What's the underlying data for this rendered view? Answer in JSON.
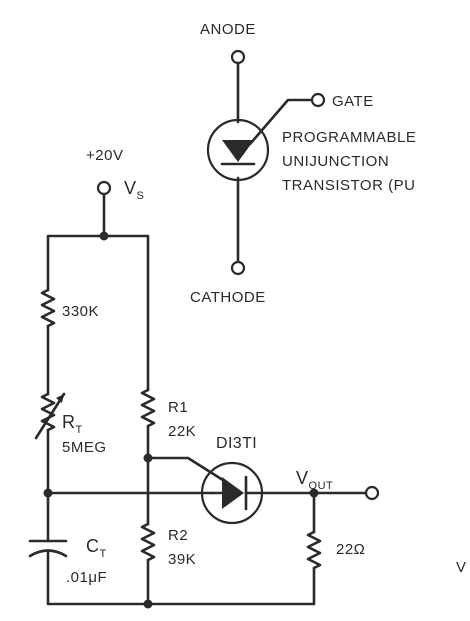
{
  "pinout": {
    "anode": "ANODE",
    "gate": "GATE",
    "cathode": "CATHODE",
    "desc_line1": "PROGRAMMABLE",
    "desc_line2": "UNIJUNCTION",
    "desc_line3": "TRANSISTOR (PU"
  },
  "supply": {
    "voltage": "+20V",
    "vs_main": "V",
    "vs_sub": "S"
  },
  "components": {
    "r_top": "330K",
    "rt_main": "R",
    "rt_sub": "T",
    "rt_value": "5MEG",
    "r1_name": "R1",
    "r1_value": "22K",
    "r2_name": "R2",
    "r2_value": "39K",
    "ct_main": "C",
    "ct_sub": "T",
    "ct_value": ".01μF",
    "put_part": "DI3TI",
    "vout_main": "V",
    "vout_sub": "OUT",
    "r_load": "22Ω"
  },
  "edge": {
    "right_fragment": "V"
  }
}
